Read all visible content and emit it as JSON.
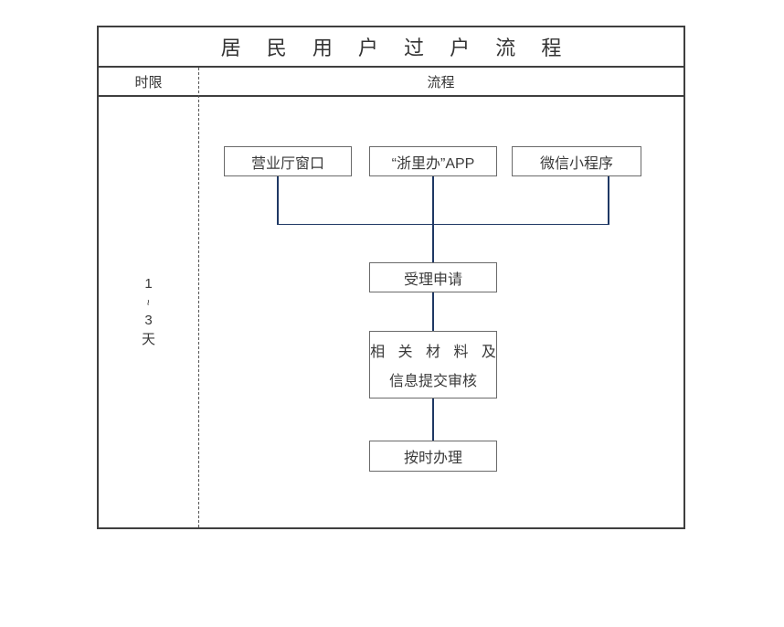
{
  "table": {
    "title": "居 民 用 户 过 户 流 程",
    "title_plain": "居民用户过户流程",
    "columns": [
      {
        "key": "time_limit",
        "label": "时限"
      },
      {
        "key": "process",
        "label": "流程"
      }
    ],
    "time_limit_value": {
      "from": "1",
      "separator": "~",
      "to": "3",
      "unit": "天",
      "plain": "1~3天"
    }
  },
  "flow": {
    "channels": [
      {
        "id": "window",
        "label": "营业厅窗口"
      },
      {
        "id": "app",
        "label": "“浙里办”APP"
      },
      {
        "id": "wechat",
        "label": "微信小程序"
      }
    ],
    "steps": [
      {
        "id": "accept",
        "label": "受理申请"
      },
      {
        "id": "materials",
        "line1": "相 关 材 料 及",
        "line2": "信息提交审核",
        "plain": "相关材料及信息提交审核"
      },
      {
        "id": "handle",
        "label": "按时办理"
      }
    ]
  },
  "colors": {
    "connector": "#1f3864",
    "node_border": "#6a6a6a",
    "table_border": "#3f3f3f",
    "divider_dashed": "#555555",
    "text": "#3a3a3a",
    "background": "#ffffff"
  }
}
